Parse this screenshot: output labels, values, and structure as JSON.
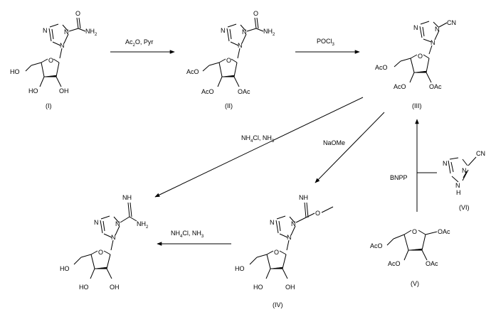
{
  "reagents": {
    "step1": {
      "main": "Ac",
      "sub": "2",
      "rest": "O, Pyr"
    },
    "step2": {
      "main": "POCl",
      "sub": "3"
    },
    "step3": {
      "a": "NH",
      "a_sub": "4",
      "b": "Cl, NH",
      "b_sub": "3"
    },
    "step4": "NaOMe",
    "step5": {
      "a": "NH",
      "a_sub": "4",
      "b": "Cl, NH",
      "b_sub": "3"
    },
    "step6": "BNPP"
  },
  "compound_labels": {
    "I": "(I)",
    "II": "(II)",
    "III": "(III)",
    "IV": "(IV)",
    "V": "(V)",
    "VI": "(VI)"
  },
  "atoms": {
    "N": "N",
    "NH": "NH",
    "H": "H",
    "NH2": "NH",
    "sub2": "2",
    "O": "O",
    "HO": "HO",
    "OH": "OH",
    "AcO": "AcO",
    "OAc": "OAc",
    "CN": "CN",
    "O_methyl": "O"
  }
}
